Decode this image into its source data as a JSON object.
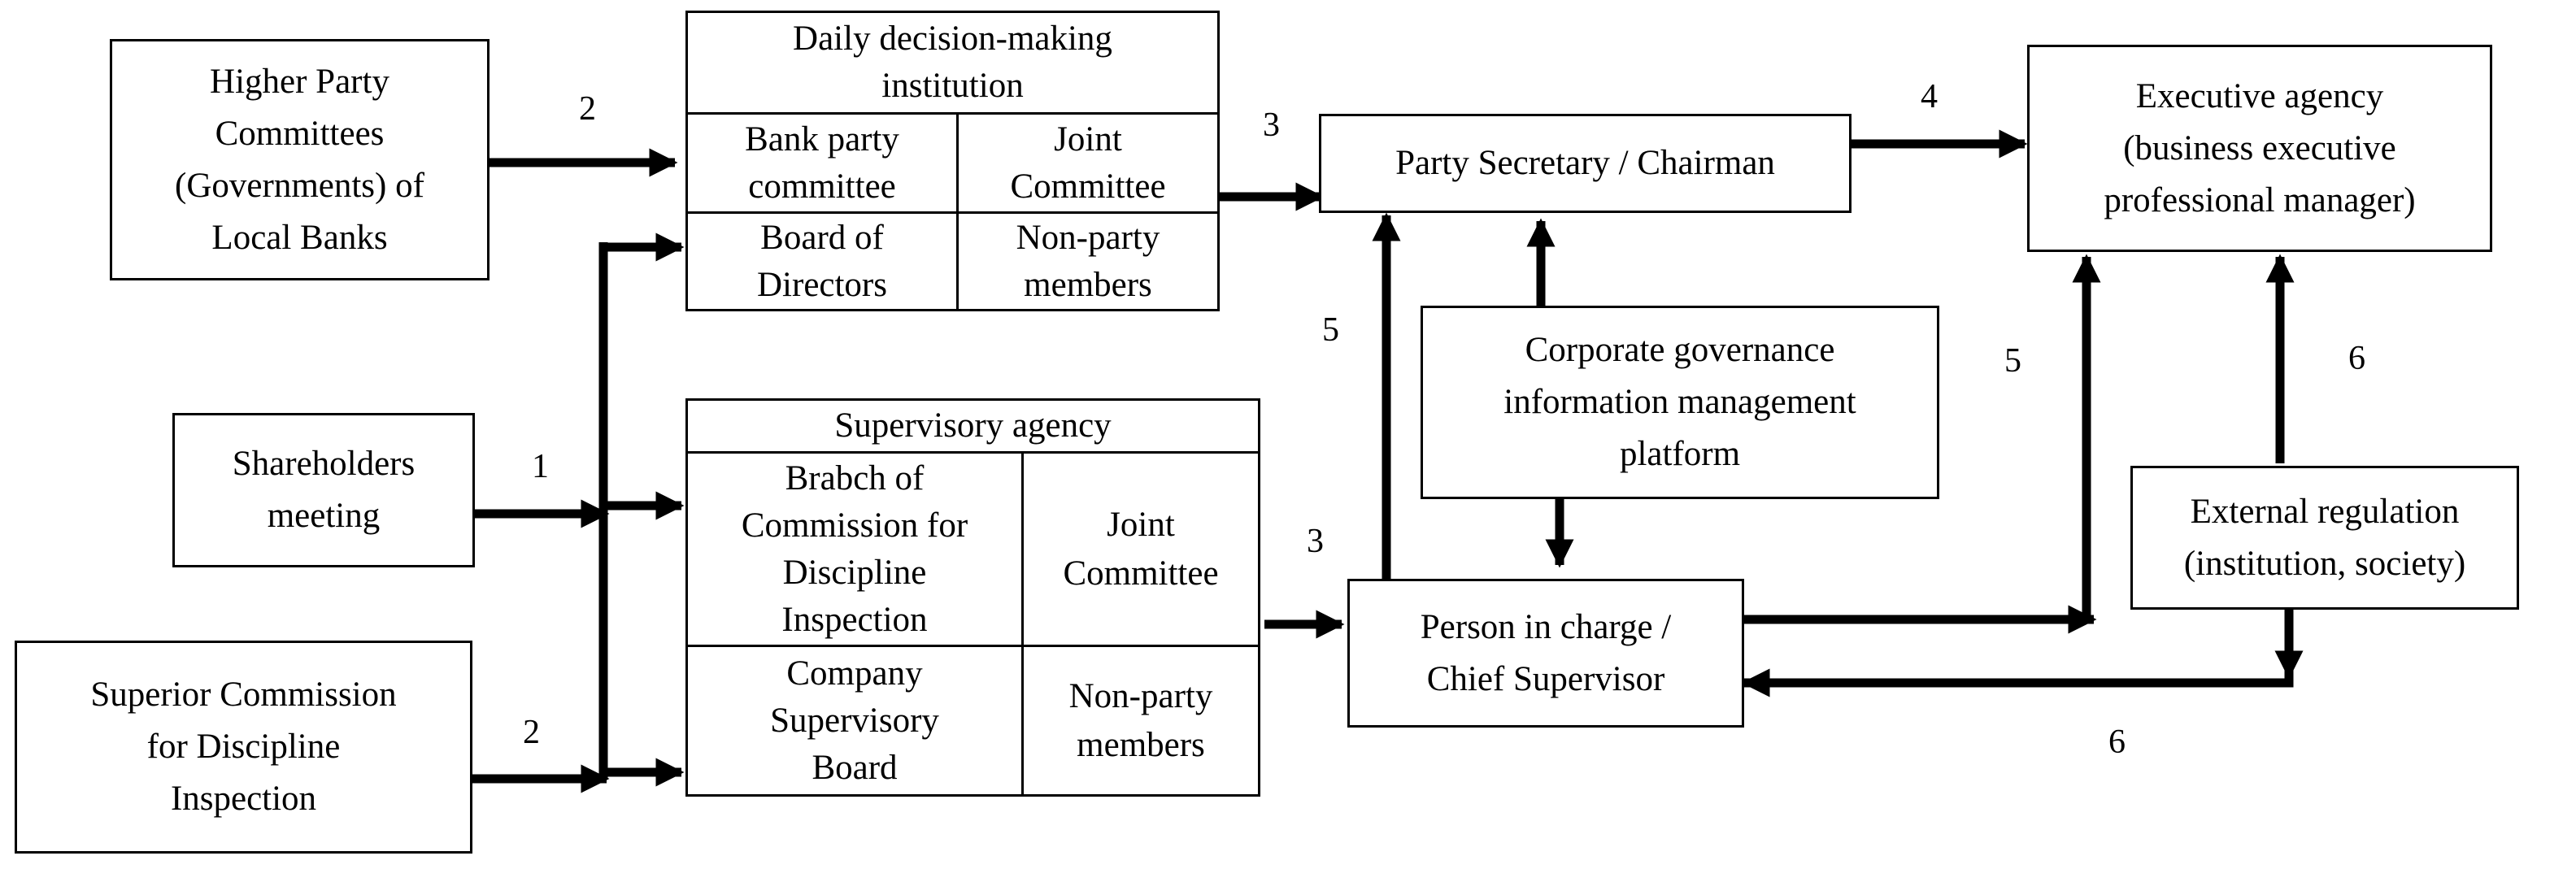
{
  "boxes": {
    "higher_party": "Higher Party\nCommittees\n(Governments) of\nLocal Banks",
    "shareholders": "Shareholders\nmeeting",
    "superior_commission": "Superior Commission\nfor Discipline\nInspection",
    "party_secretary": "Party Secretary / Chairman",
    "governance_platform": "Corporate governance\ninformation management\nplatform",
    "person_in_charge": "Person in charge /\nChief Supervisor",
    "executive_agency": "Executive agency\n(business executive\nprofessional manager)",
    "external_regulation": "External regulation\n(institution, society)"
  },
  "decision_table": {
    "title": "Daily decision-making\ninstitution",
    "cells": [
      "Bank party\ncommittee",
      "Joint\nCommittee",
      "Board of\nDirectors",
      "Non-party\nmembers"
    ]
  },
  "supervisory_table": {
    "title": "Supervisory agency",
    "cells": [
      "Brabch of\nCommission for\nDiscipline\nInspection",
      "Joint\nCommittee",
      "Company\nSupervisory\nBoard",
      "Non-party\nmembers"
    ]
  },
  "edge_labels": {
    "higher_to_decision": "2",
    "shareholders_in": "1",
    "superior_in": "2",
    "decision_to_secretary": "3",
    "supervisory_to_person": "3",
    "secretary_to_executive": "4",
    "person_to_secretary": "5",
    "person_to_executive": "5",
    "regulation_to_executive": "6",
    "regulation_to_person": "6"
  }
}
